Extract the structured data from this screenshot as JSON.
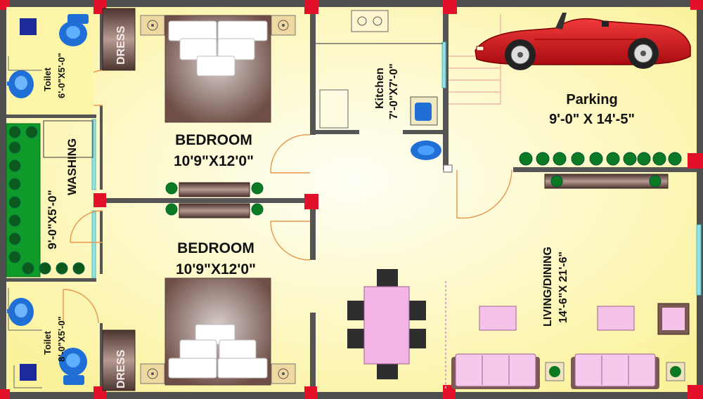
{
  "rooms": {
    "bedroom_top": {
      "name": "BEDROOM",
      "size": "10'9\"X12'0\""
    },
    "bedroom_bottom": {
      "name": "BEDROOM",
      "size": "10'9\"X12'0\""
    },
    "kitchen": {
      "name": "Kitchen",
      "size": "7'-0\"X7'-0\""
    },
    "parking": {
      "name": "Parking",
      "size": "9'-0\" X 14'-5\""
    },
    "living": {
      "name": "LIVING/DINING",
      "size": "14'-6\"X 21'-6\""
    },
    "toilet_top": {
      "name": "Toilet",
      "size": "6'-0\"X5'-0\""
    },
    "toilet_bottom": {
      "name": "Toilet",
      "size": "8'-0\"X5'-0\""
    },
    "washing": {
      "name": "WASHING",
      "size": "9'-0\"X5'-0\""
    },
    "dress_top": {
      "name": "DRESS"
    },
    "dress_bottom": {
      "name": "DRESS"
    }
  },
  "colors": {
    "floor": "#fdf6a8",
    "floor_center": "#fffff0",
    "wall": "#4a4a4a",
    "column": "#e8102a",
    "bed": "#7a5a52",
    "pillow": "#ffffff",
    "wardrobe": "#6b5048",
    "planter": "#0f9a2a",
    "dining_table": "#f2b6e6",
    "chair": "#2a2a2a",
    "sofa": "#f4c2ea",
    "toilet_blue": "#1f6fd6",
    "square_blue": "#1a2a9a",
    "car": "#d8141e",
    "stair": "#f2c0b0",
    "window": "#7fd9e0"
  }
}
